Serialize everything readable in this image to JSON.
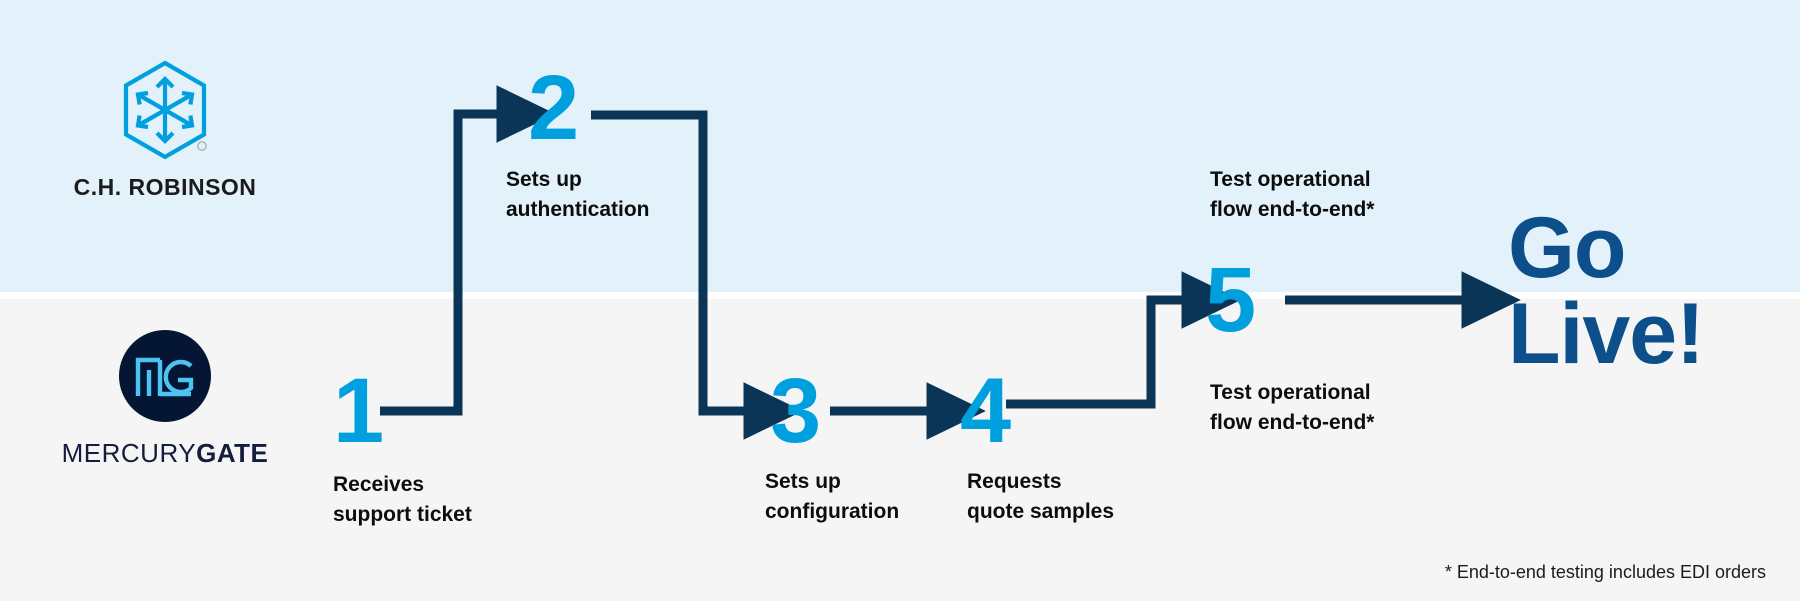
{
  "colors": {
    "band_top": "#e2f1fa",
    "band_bottom": "#f5f5f5",
    "accent_blue": "#00a0df",
    "navy": "#0a3556",
    "golive_blue": "#0d4f8b",
    "mg_navy": "#041634",
    "mg_cyan": "#4cc3f0",
    "text": "#0d0d0d"
  },
  "logos": {
    "chr": {
      "mark_name": "hexagon-arrows-icon",
      "wordmark": "C.H. ROBINSON",
      "registered_mark": "®"
    },
    "mercurygate": {
      "mark_name": "mg-monogram-icon",
      "wordmark_light": "MERCURY",
      "wordmark_bold": "GATE"
    }
  },
  "swimlanes": [
    {
      "id": "chr",
      "owner": "C.H. ROBINSON"
    },
    {
      "id": "mercurygate",
      "owner": "MERCURYGATE"
    }
  ],
  "steps": [
    {
      "number": "1",
      "label": "Receives\nsupport ticket",
      "lane": "mercurygate",
      "label_position": "below"
    },
    {
      "number": "2",
      "label": "Sets up\nauthentication",
      "lane": "chr",
      "label_position": "below"
    },
    {
      "number": "3",
      "label": "Sets up\nconfiguration",
      "lane": "mercurygate",
      "label_position": "below"
    },
    {
      "number": "4",
      "label": "Requests\nquote samples",
      "lane": "mercurygate",
      "label_position": "below"
    },
    {
      "number": "5",
      "label_above": "Test operational\nflow end-to-end*",
      "label_below": "Test operational\nflow end-to-end*",
      "lane": "both",
      "label_position": "both"
    }
  ],
  "outcome": {
    "text": "Go\nLive!"
  },
  "footnote": {
    "text": "* End-to-end testing includes EDI orders"
  }
}
